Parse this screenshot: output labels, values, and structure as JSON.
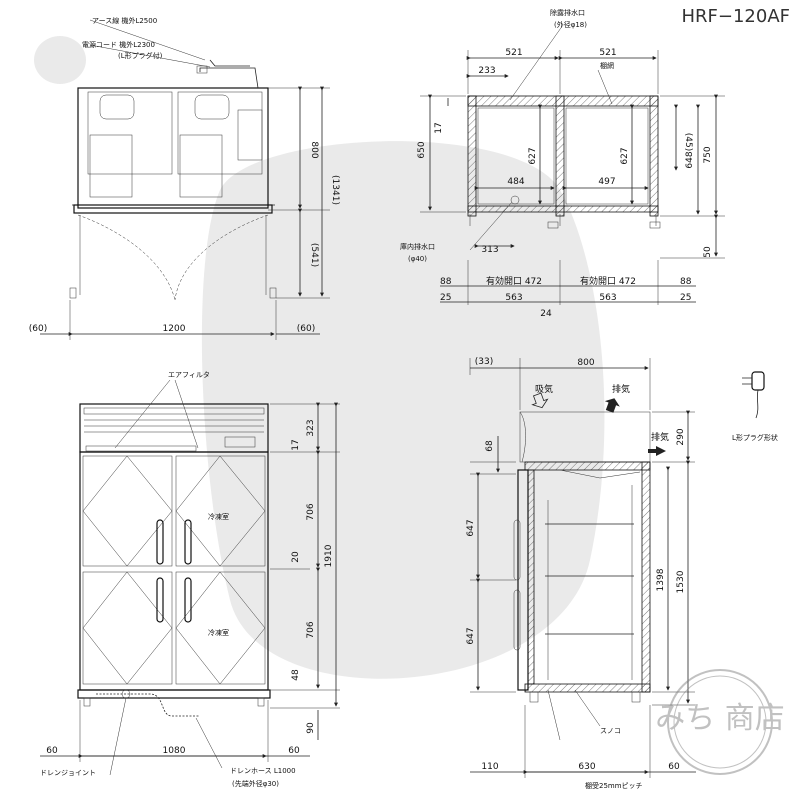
{
  "model": "HRF−120AF",
  "top_left": {
    "earth_wire": "アース線 機外L2500",
    "power_cord": "電源コード 機外L2300",
    "plug_note": "(L形プラグ付)",
    "dims": {
      "height_upper": "800",
      "total_height": "(1341)",
      "leg_height": "(541)",
      "width": "1200",
      "side_left": "(60)",
      "side_right": "(60)"
    }
  },
  "top_right": {
    "drain_outlet": "除露排水口",
    "drain_outlet_dia": "(外径φ18)",
    "mesh": "棚網",
    "interior_drain": "庫内排水口",
    "interior_drain_dia": "(φ40)",
    "dims": {
      "w_left": "521",
      "w_right": "521",
      "d_233": "233",
      "d_17": "17",
      "d_650": "650",
      "d_627a": "627",
      "d_627b": "627",
      "d_484": "484",
      "d_497": "497",
      "d_313": "313",
      "d_45": "(45)",
      "d_648": "648",
      "d_750": "750",
      "d_50": "50",
      "d_88a": "88",
      "d_88b": "88",
      "d_25a": "25",
      "d_25b": "25",
      "open_left": "有効開口 472",
      "open_right": "有効開口 472",
      "d_563a": "563",
      "d_563b": "563",
      "d_24": "24"
    }
  },
  "bottom_left": {
    "air_filter": "エアフィルタ",
    "upper_room": "冷凍室",
    "lower_room": "冷凍室",
    "drain_joint": "ドレンジョイント",
    "drain_hose": "ドレンホース L1000",
    "drain_hose_dia": "(先端外径φ30)",
    "dims": {
      "d_323": "323",
      "d_17": "17",
      "d_706a": "706",
      "d_20": "20",
      "d_1910": "1910",
      "d_706b": "706",
      "d_48": "48",
      "d_90": "90",
      "d_60a": "60",
      "d_1080": "1080",
      "d_60b": "60"
    }
  },
  "bottom_right": {
    "intake": "吸気",
    "exhaust_top": "排気",
    "exhaust_side": "排気",
    "sunoko": "スノコ",
    "shelf_pitch": "棚受25mmピッチ",
    "dims": {
      "d_33": "(33)",
      "d_800": "800",
      "d_290": "290",
      "d_68": "68",
      "d_647a": "647",
      "d_1398": "1398",
      "d_1530": "1530",
      "d_647b": "647",
      "d_110": "110",
      "d_630": "630",
      "d_60": "60"
    }
  },
  "plug_shape_label": "L形プラグ形状",
  "stamp": "みち 商店"
}
